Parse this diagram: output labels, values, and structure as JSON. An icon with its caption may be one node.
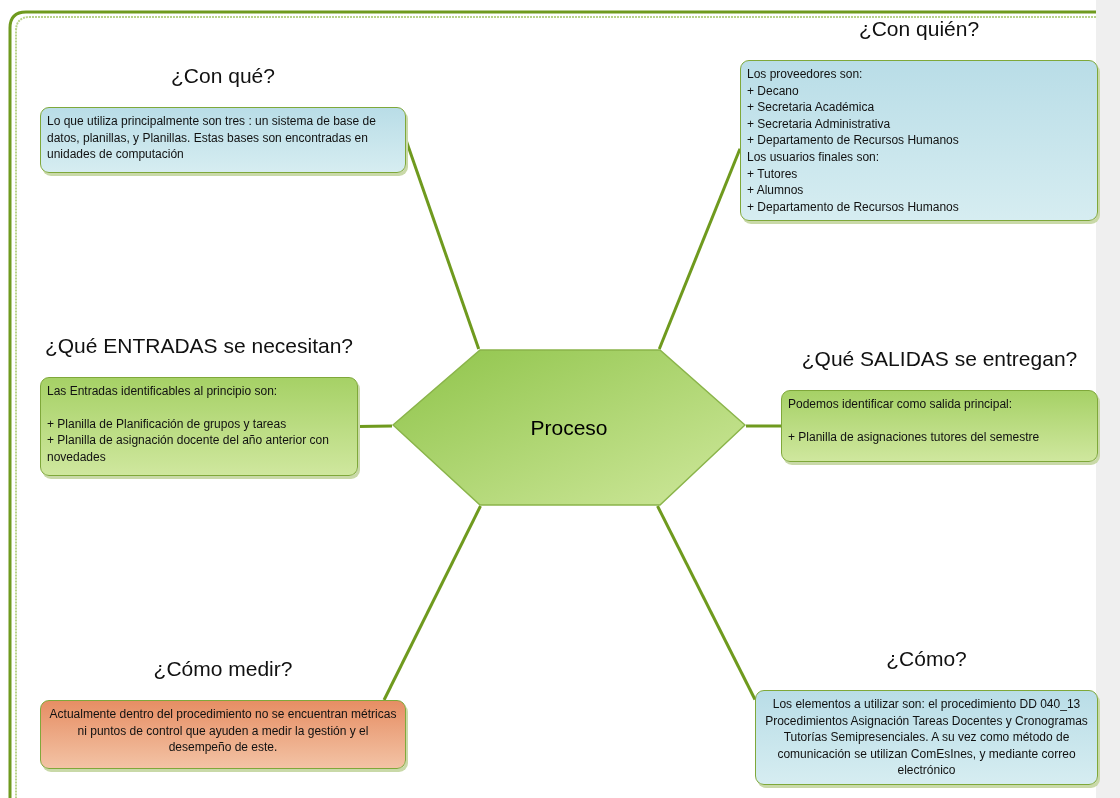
{
  "diagram": {
    "nodes": [
      {
        "text": [
          "Proceso"
        ]
      },
      {
        "text": [
          "¿Con qué?",
          "Lo que utiliza principalmente son tres : un sistema de base de datos, planillas, y Planillas. Estas bases son encontradas en unidades de computación"
        ]
      },
      {
        "text": [
          "¿Con quién?",
          "Los proveedores son:",
          "+ Decano",
          "+ Secretaria Académica",
          "+ Secretaria Administrativa",
          "+ Departamento de Recursos Humanos",
          "Los usuarios finales son:",
          "+ Tutores",
          "+ Alumnos",
          "+ Departamento de Recursos Humanos"
        ]
      },
      {
        "text": [
          "¿Qué ENTRADAS se necesitan?",
          "Las Entradas identificables al principio son:",
          "+ Planilla de Planificación de grupos y tareas",
          "+ Planilla de asignación docente del año anterior con novedades"
        ]
      },
      {
        "text": [
          "¿Qué SALIDAS se entregan?",
          "Podemos identificar como salida principal:",
          "+ Planilla de asignaciones tutores del semestre"
        ]
      },
      {
        "text": [
          "¿Cómo medir?",
          "Actualmente dentro del procedimiento no se encuentran métricas ni puntos de control que ayuden a medir la gestión y el desempeño de este."
        ]
      },
      {
        "text": [
          "¿Cómo?",
          "Los elementos a utilizar son: el procedimiento DD 040_13 Procedimientos Asignación Tareas Docentes y Cronogramas Tutorías Semipresenciales. A su vez como método de comunicación se utilizan ComEsInes, y mediante correo electrónico"
        ]
      }
    ],
    "edges": [
      {
        "from": 0,
        "to": 1,
        "arrow": "none"
      },
      {
        "from": 0,
        "to": 2,
        "arrow": "none"
      },
      {
        "from": 0,
        "to": 3,
        "arrow": "none"
      },
      {
        "from": 0,
        "to": 4,
        "arrow": "none"
      },
      {
        "from": 0,
        "to": 5,
        "arrow": "none"
      },
      {
        "from": 0,
        "to": 6,
        "arrow": "none"
      }
    ]
  }
}
